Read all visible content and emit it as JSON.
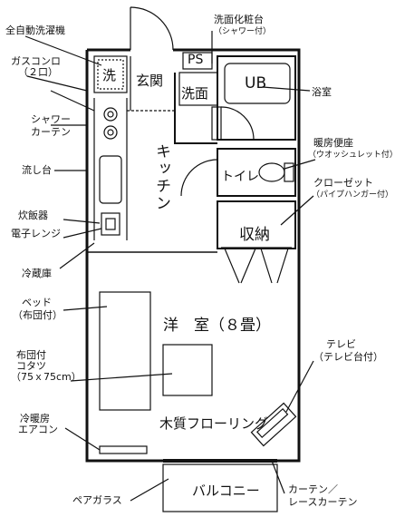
{
  "rooms": {
    "senzai": "洗",
    "genkan": "玄関",
    "ps": "PS",
    "senmen": "洗面",
    "ub": "UB",
    "kitchen": "キッチン",
    "toilet": "トイレ",
    "shuno": "収納",
    "yoshitsu": "洋　室（８畳）",
    "flooring": "木質フローリング",
    "balcony": "バルコニー"
  },
  "labels": {
    "washer": "全自動洗濯機",
    "gas_stove_1": "ガスコンロ",
    "gas_stove_2": "（２口）",
    "shower_curtain_1": "シャワー",
    "shower_curtain_2": "カーテン",
    "sink": "流し台",
    "rice_cooker": "炊飯器",
    "microwave": "電子レンジ",
    "fridge": "冷蔵庫",
    "bed_1": "ベッド",
    "bed_2": "（布団付）",
    "kotatsu_1": "布団付",
    "kotatsu_2": "コタツ",
    "kotatsu_3": "（75ｘ75cm）",
    "aircon_1": "冷暖房",
    "aircon_2": "エアコン",
    "pair_glass": "ペアガラス",
    "vanity_1": "洗面化粧台",
    "vanity_2": "（シャワー付）",
    "bathroom": "浴室",
    "washlet_1": "暖房便座",
    "washlet_2": "（ウオッシュレット付）",
    "closet_1": "クローゼット",
    "closet_2": "（パイプハンガー付）",
    "tv_1": "テレビ",
    "tv_2": "（テレビ台付）",
    "curtain_1": "カーテン／",
    "curtain_2": "レースカーテン"
  },
  "colors": {
    "line": "#111111",
    "background": "#ffffff"
  }
}
